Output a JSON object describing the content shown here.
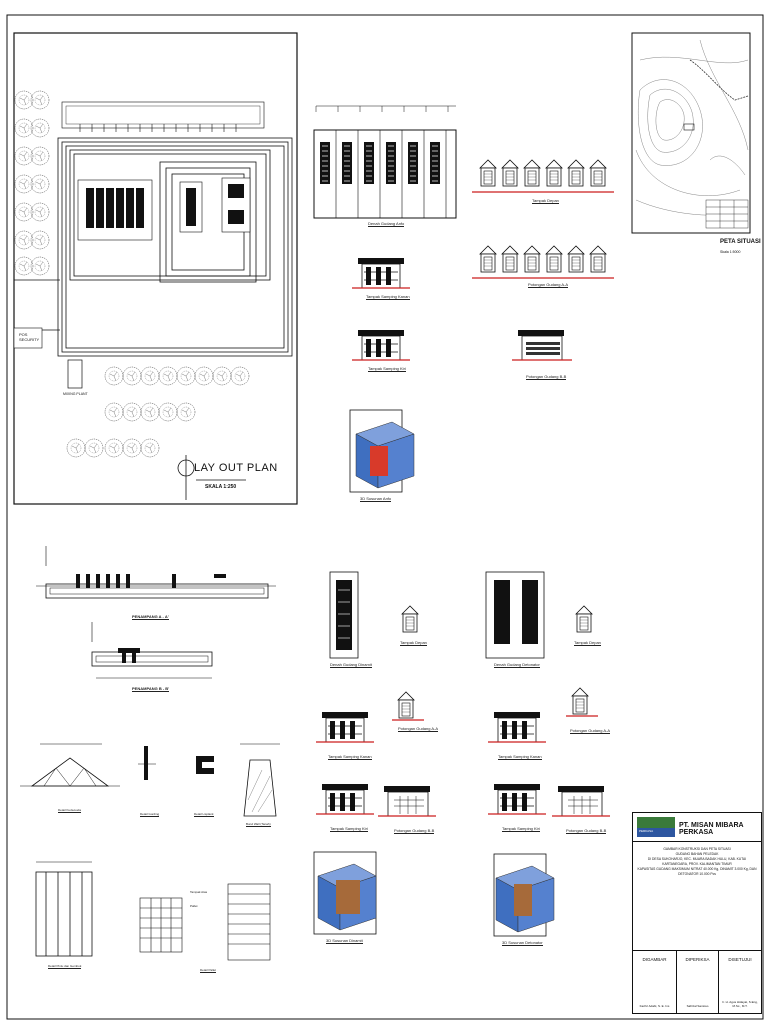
{
  "layout_plan": {
    "title": "LAY OUT PLAN",
    "scale": "SKALA 1:250",
    "pos_security": "POS SECURITY",
    "mixing_plant": "MIXING PLANT"
  },
  "situation_map": {
    "title": "PETA SITUASI",
    "scale": "Skala 1:5000"
  },
  "views": {
    "denah_anfo": "Denah Gudang Anfo",
    "tampak_depan": "Tampak Depan",
    "potongan_aa_top": "Potongan Gudang A-A",
    "tampak_samping_kanan": "Tampak Samping Kanan",
    "tampak_samping_kiri": "Tampak Samping Kiri",
    "potongan_bb_top": "Potongan Gudang B-B",
    "susunan_anfo": "3D Susunan Anfo",
    "penampang_aa": "PENAMPANG  A - A'",
    "penampang_bb": "PENAMPANG  B - B'",
    "denah_dinamit": "Denah Gudang Dinamit",
    "denah_detonator": "Denah Gudang Detonator",
    "tampak_depan_2": "Tampak Depan",
    "tampak_depan_3": "Tampak Depan",
    "potongan_aa_2": "Potongan Gudang A-A",
    "potongan_aa_3": "Potongan Gudang A-A",
    "tampak_kanan_2": "Tampak Samping Kanan",
    "tampak_kanan_3": "Tampak Samping Kanan",
    "tampak_kiri_2": "Tampak Samping Kiri",
    "tampak_kiri_3": "Tampak Samping Kiri",
    "potongan_bb_2": "Potongan Gudang B-B",
    "potongan_bb_3": "Potongan Gudang B-B",
    "susunan_dinamit": "3D Susunan Dinamit",
    "susunan_detonator": "3D Susunan Detonator",
    "detail_kuda": "Detail Kuda-kuda",
    "detail_gording": "Detail Gording",
    "detail_lisplank": "Detail Lisplank",
    "bund_wall": "Bund Wall (Tanah)",
    "detail_pintu": "Detail Pintu dan Gembok",
    "detail_pallet": "Detail Pallet",
    "tampak_atas": "Tampak Atas",
    "pallet": "Pallet"
  },
  "title_block": {
    "company": "PT. MISAN MIBARA PERKASA",
    "logo_text": "PERKASA",
    "description": [
      "GAMBAR KONSTRUKSI DAN PETA SITUASI",
      "GUDANG BAHAN PELEDAK",
      "DI DESA SUKOHARJO, KEC. MUARA BADAK HULU, KAB. KUTAI KARTANEGARA, PROV. KALIMANTAN TIMUR",
      "KAPASITAS GUDANG MAKSIMUM NITRAT 40.000 Kg, DINAMIT 3.000 Kg, DAN DETONATOR 10.000 Pcs"
    ],
    "signatures": [
      {
        "role": "DIGAMBAR",
        "name": "Fachri Adabi, S. E. Ins"
      },
      {
        "role": "DIPERIKSA",
        "name": "Safrizal Santoso"
      },
      {
        "role": "DISETUJUI",
        "name": "Ir. H. Agus Hidayat, S.Eng, M.Sc., M.T."
      }
    ]
  },
  "colors": {
    "line": "#111111",
    "red_ground": "#cc1f1f",
    "box_blue": "#3f6fc0",
    "box_red": "#d83a2a",
    "box_brown": "#a66a3a",
    "logo_green": "#3a7a3a"
  }
}
